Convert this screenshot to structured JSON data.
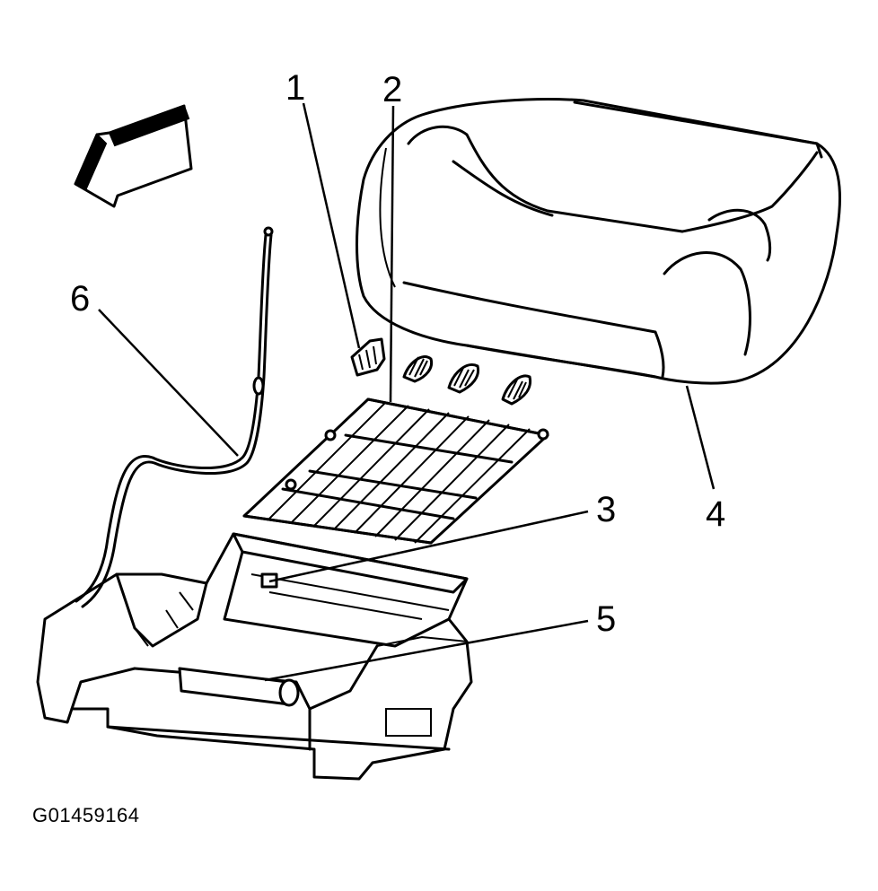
{
  "figure": {
    "id_label": "G01459164"
  },
  "callouts": [
    {
      "number": "1",
      "part": "spring-clip"
    },
    {
      "number": "2",
      "part": "suspension-mat"
    },
    {
      "number": "3",
      "part": "frame-rail"
    },
    {
      "number": "4",
      "part": "seat-cushion-pad"
    },
    {
      "number": "5",
      "part": "front-crossbar"
    },
    {
      "number": "6",
      "part": "cable"
    }
  ],
  "icons": {
    "arrow": "front-direction-arrow-icon"
  },
  "colors": {
    "line": "#000000",
    "background": "#ffffff"
  }
}
